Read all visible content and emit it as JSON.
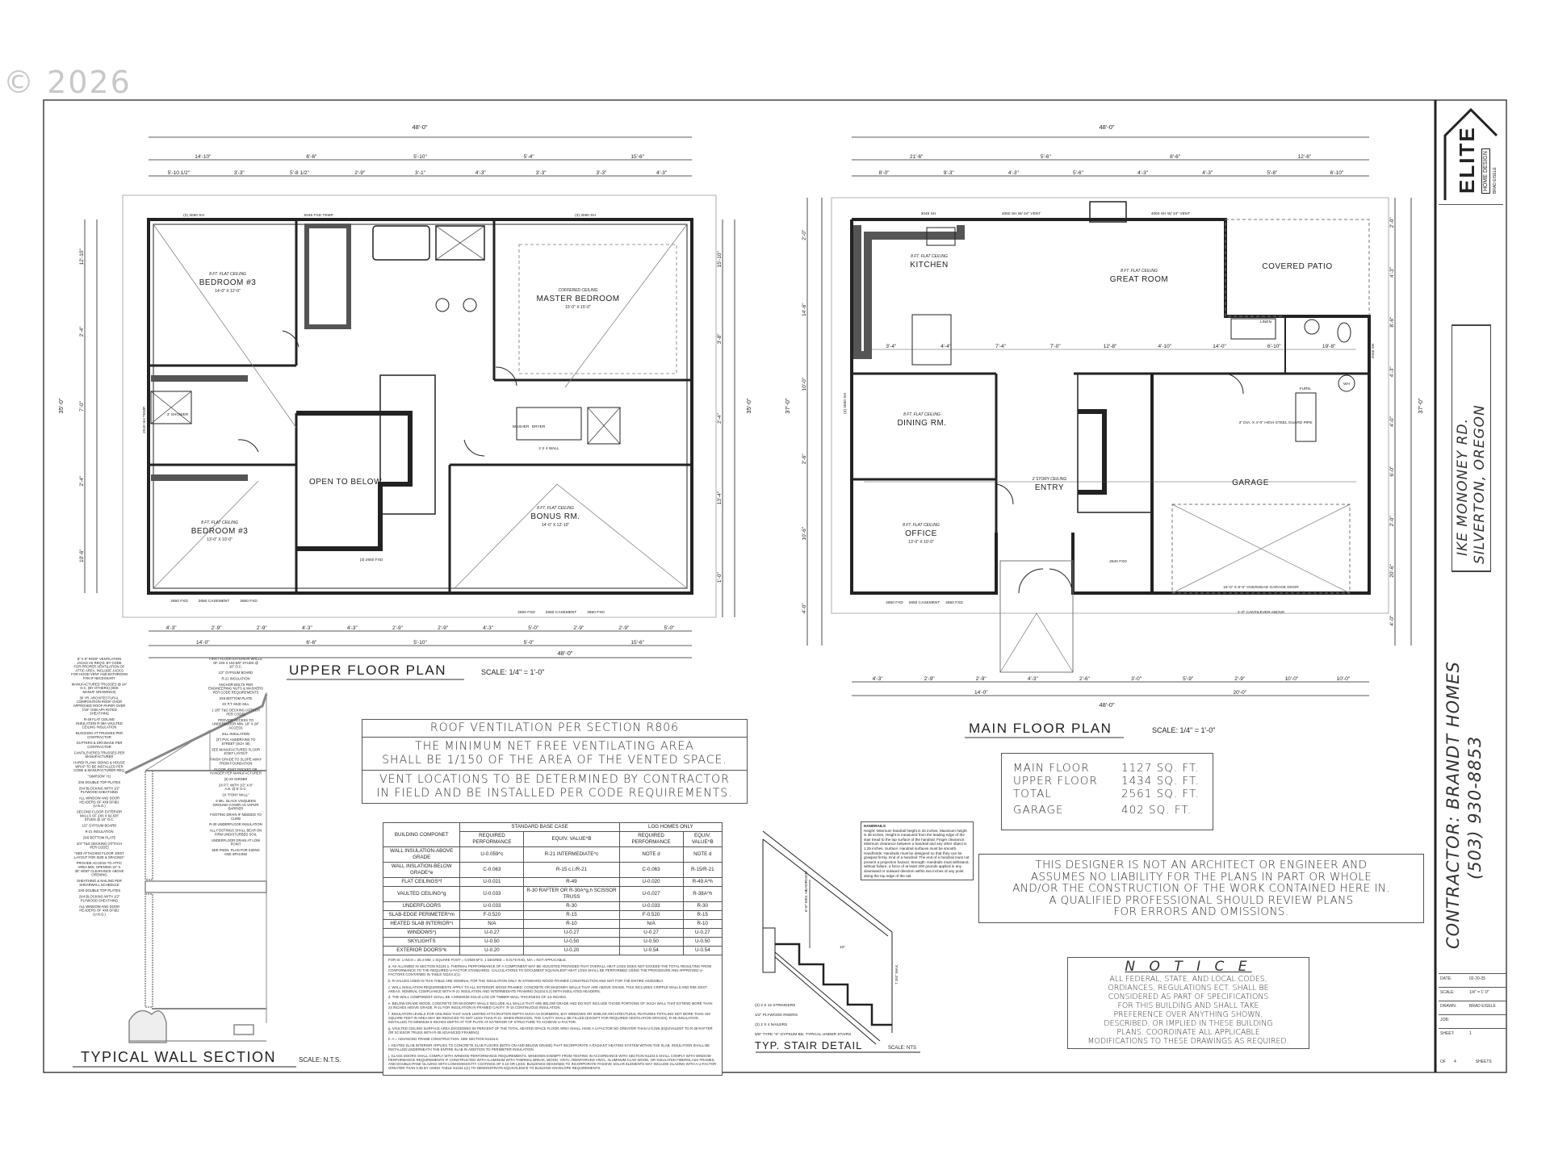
{
  "watermark": {
    "copyright": "© 2026"
  },
  "upper_plan": {
    "title": "UPPER FLOOR PLAN",
    "scale": "SCALE: 1/4\" = 1'-0\"",
    "overall_width": "48'-0\"",
    "overall_depth": "35'-0\"",
    "rooms": [
      {
        "name": "BEDROOM #3",
        "ceiling": "8 FT. FLAT CEILING",
        "size": "14'-0\" X 12'-0\""
      },
      {
        "name": "MASTER BEDROOM",
        "ceiling": "COFFERED CEILING",
        "size": "15'-0\" X 15'-0\""
      },
      {
        "name": "OPEN TO BELOW",
        "ceiling": "",
        "size": ""
      },
      {
        "name": "BONUS RM.",
        "ceiling": "8 FT. FLAT CEILING",
        "size": "14'-0\" X 12'-10\""
      },
      {
        "name": "BEDROOM #3",
        "ceiling": "8 FT. FLAT CEILING",
        "size": "13'-0\" X 10'-0\""
      }
    ],
    "fixture_labels": [
      "(2) 3050 SH",
      "5046 FXD TEMP.",
      "(3) 3050 SH",
      "3' SHOWER",
      "WASHER",
      "DRYER",
      "2 X 4 WALL",
      "(3) 2650 FXD",
      "2650 FXD",
      "2650 CASEMENT",
      "2650 FXD",
      "2650 FXD",
      "2650 CASEMENT",
      "2650 FXD",
      "2040 SH TEMP."
    ],
    "top_dims_row1": [
      "14'-10\"",
      "6'-6\"",
      "5'-10\"",
      "5'-4\"",
      "15'-6\""
    ],
    "top_dims_row2": [
      "5'-10 1/2\"",
      "3'-3\"",
      "5'-8 1/2\"",
      "2'-9\"",
      "3'-1\"",
      "4'-3\"",
      "3'-3\"",
      "3'-3\"",
      "4'-3\""
    ],
    "bottom_dims_row1": [
      "4'-3\"",
      "2'-9\"",
      "2'-9\"",
      "4'-3\"",
      "4'-3\"",
      "2'-9\"",
      "2'-9\"",
      "4'-3\"",
      "5'-0\"",
      "2'-9\"",
      "2'-9\"",
      "5'-0\""
    ],
    "bottom_dims_row2": [
      "14'-0\"",
      "6'-6\"",
      "5'-10\"",
      "5'-0\"",
      "15'-6\""
    ],
    "side_dims_left": [
      "12'-10\"",
      "2'-4\"",
      "7'-0\"",
      "2'-4\"",
      "10'-6\""
    ],
    "side_dims_right": [
      "15'-10\"",
      "3'-8\"",
      "2'-4\"",
      "13'-4\"",
      "1'-0\""
    ]
  },
  "main_plan": {
    "title": "MAIN FLOOR PLAN",
    "scale": "SCALE: 1/4\" = 1'-0\"",
    "overall_width": "48'-0\"",
    "overall_depth": "37'-0\"",
    "rooms": [
      {
        "name": "KITCHEN",
        "ceiling": "8 FT. FLAT CEILING",
        "size": ""
      },
      {
        "name": "GREAT ROOM",
        "ceiling": "8 FT. FLAT CEILING",
        "size": ""
      },
      {
        "name": "COVERED PATIO",
        "ceiling": "",
        "size": ""
      },
      {
        "name": "DINING RM.",
        "ceiling": "8 FT. FLAT CEILING",
        "size": ""
      },
      {
        "name": "ENTRY",
        "ceiling": "2 STORY CEILING",
        "size": ""
      },
      {
        "name": "OFFICE",
        "ceiling": "8 FT. FLAT CEILING",
        "size": "13'-0\" X 10'-0\""
      },
      {
        "name": "GARAGE",
        "ceiling": "",
        "size": ""
      }
    ],
    "fixture_labels": [
      "3046 SH",
      "4060 SH W/ 24\" VENT",
      "4060 SH W/ 24\" VENT",
      "LINEN",
      "FURN.",
      "WH",
      "3\" DIA. X 4'-0\" HIGH STEEL GUARD PIPE",
      "16'-0\" X 8'-0\" OVERHEAD GARAGE DOOR",
      "1'-0\" CANTILEVER ABOVE",
      "2650 FXD",
      "2650 CASEMENT",
      "2650 FXD",
      "2640 FXD",
      "2046 SH",
      "(3) 2650 SH"
    ],
    "top_dims_row1": [
      "21'-6\"",
      "5'-6\"",
      "8'-6\"",
      "12'-6\""
    ],
    "top_dims_row2": [
      "8'-0\"",
      "9'-3\"",
      "4'-3\"",
      "5'-6\"",
      "4'-3\"",
      "4'-3\"",
      "5'-8\"",
      "6'-10\""
    ],
    "bottom_dims_row1": [
      "4'-3\"",
      "2'-9\"",
      "2'-9\"",
      "4'-3\"",
      "2'-6\"",
      "3'-0\"",
      "5'-9\"",
      "2'-9\"",
      "10'-0\"",
      "10'-0\""
    ],
    "bottom_dims_row2": [
      "14'-0\"",
      "20'-0\""
    ],
    "side_dims_left": [
      "2'-0\"",
      "14'-6\"",
      "10'-0\"",
      "2'-6\"",
      "10'-6\"",
      "4'-0\""
    ],
    "side_dims_right": [
      "2'-0\"",
      "4'-3\"",
      "8'-6\"",
      "4'-3\"",
      "4'-0\"",
      "6'-0\"",
      "2'-0\"",
      "20'-6\"",
      "4'-0\""
    ],
    "interior_dims": [
      "3'-4\"",
      "4'-4\"",
      "7'-4\"",
      "7'-0\"",
      "12'-8\"",
      "4'-10\"",
      "14'-0\"",
      "6'-10\"",
      "19'-8\""
    ]
  },
  "roof_ventilation": {
    "heading": "ROOF VENTILATION PER SECTION R806",
    "body": [
      "THE MINIMUM NET FREE VENTILATING AREA",
      "SHALL BE 1/150 OF THE AREA OF THE VENTED SPACE."
    ],
    "note": [
      "VENT LOCATIONS TO BE DETERMINED BY CONTRACTOR",
      "IN FIELD AND BE INSTALLED PER CODE REQUIREMENTS."
    ]
  },
  "area_summary": {
    "rows": [
      {
        "label": "MAIN FLOOR",
        "value": "1127 SQ. FT."
      },
      {
        "label": "UPPER FLOOR",
        "value": "1434 SQ. FT."
      },
      {
        "label": "TOTAL",
        "value": "2561 SQ. FT."
      },
      {
        "label": "GARAGE",
        "value": "402 SQ. FT."
      }
    ]
  },
  "disclaimer": [
    "THIS DESIGNER IS NOT AN ARCHITECT OR ENGINEER AND",
    "ASSUMES NO LIABILITY FOR THE PLANS IN PART OR WHOLE",
    "AND/OR THE CONSTRUCTION OF THE WORK CONTAINED HERE IN.",
    "A QUALIFIED PROFESSIONAL SHOULD REVIEW PLANS",
    "FOR ERRORS AND OMISSIONS."
  ],
  "notice": {
    "heading": "N O T I C E",
    "lines": [
      "ALL FEDERAL, STATE, AND LOCAL CODES,",
      "ORDIANCES, REGULATIONS ECT. SHALL BE",
      "CONSIDERED AS PART OF SPECIFICATIONS",
      "FOR THIS BUILDING AND SHALL TAKE",
      "PREFERENCE OVER ANYTHING SHOWN,",
      "DESCRIBED, OR IMPLIED IN THESE BUILDING",
      "PLANS. COORDINATE ALL APPLICABLE",
      "MODIFICATIONS TO THESE DRAWINGS AS REQUIRED."
    ]
  },
  "energy_table": {
    "group_headers": [
      "STANDARD BASE CASE",
      "LOG HOMES ONLY"
    ],
    "columns": [
      "BUILDING COMPONET",
      "REQUIRED PERFORMANCE",
      "EQUIV. VALUE^B",
      "REQUIRED PERFORMANCE",
      "EQUIV. VALUE^B"
    ],
    "rows": [
      [
        "WALL INSULATION-ABOVE GRADE",
        "U-0.059^c",
        "R-21 INTERMEDIATE^c",
        "NOTE d",
        "NOTE d"
      ],
      [
        "WALL INSLATION-BELOW GRADE^e",
        "C-0.063",
        "R-15 c.i./R-21",
        "C-0.063",
        "R-15/R-21"
      ],
      [
        "FLAT CEILINGS^f",
        "U-0.021",
        "R-49",
        "U-0.020",
        "R-49 A^h"
      ],
      [
        "VAULTED CEILING^g",
        "U-0.033",
        "R-30 RAFTER OR R-30A^g,h SCISSOR TRUSS",
        "U-0.027",
        "R-38A^h"
      ],
      [
        "UNDERFLOORS",
        "U-0.033",
        "R-30",
        "U-0.033",
        "R-30"
      ],
      [
        "SLAB-EDGE PERIMETER^m",
        "F-0.520",
        "R-15",
        "F-0.520",
        "R-15"
      ],
      [
        "HEATED SLAB INTERIOR^i",
        "N/A",
        "R-10",
        "N/A",
        "R-10"
      ],
      [
        "WINDOWS^j",
        "U-0.27",
        "U-0.27",
        "U-0.27",
        "U-0.27"
      ],
      [
        "SKYLIGHTS",
        "U-0.50",
        "U-0.50",
        "U-0.50",
        "U-0.50"
      ],
      [
        "EXTERIOR DOORS^k",
        "U-0.20",
        "U-0.20",
        "U-0.54",
        "U-0.54"
      ]
    ],
    "si_note": "FOR SI: 1 INCH = 25.4 MM, 1 SQUARE FOOT = 0.0929 M^2, 1 DEGREE = 0.0175 RAD, N/A = NOT APPLICABLE.",
    "notes": [
      "a. AS ALLOWED IN SECTION N1104.1, THERMAL PERFORMANCE OF A COMPONENT MAY BE ADJUSTED PROVIDED THAT OVERALL HEAT LOSS DOES NOT EXCEED THE TOTAL RESULTING FROM CONFORMANCE TO THE REQUIRED U-FACTOR STANDARDS. CALCULATIONS TO DOCUMENT EQUIVALENT HEAT LOSS SHALL BE PERFORMED USING THE PROCEDURE AND APPROVED U-FACTORS CONTAINED IN TABLE N1104.1(1).",
      "b. R-VALUES USED IN THIS TABLE ARE NOMINAL FOR THE INSULATION ONLY IN STANDARD WOOD FRAMED CONSTRUCTION AND NOT FOR THE ENTIRE ASSEMBLY.",
      "c. WALL INSULATION REQUIREMENTS APPLY TO ALL EXTERIOR WOOD FRAMED, CONCRETE OR MASONRY WALLS THAT ARE ABOVE GRADE. THIS INCLUDES CRIPPLE WALLS AND RIM JOIST AREAS. NOMINAL COMPLIANCE WITH R-21 INSULATION AND INTERMEDIATE FRAMING (N1104.5.2) WITH INSULATED HEADERS.",
      "d. THE WALL COMPONENT SHALL BE A MINIMUM SOLID LOG OR TIMBER WALL THICKNESS OF 3.5 INCHES.",
      "e. BELOW-GRADE WOOD, CONCRETE OR MASONRY WALLS INCLUDE ALL WALLS THAT ARE BELOW GRADE AND DO NOT INCLUDE THOSE PORTIONS OF SUCH WALL THAT EXTEND MORE THAN 24 INCHES ABOVE GRADE. R-21 FOR INSULATION IN FRAMED CAVITY; R-15 CONTINUOUS INSULATION.",
      "f. INSULATION LEVELS FOR CEILINGS THAT HAVE LIMITED ATTIC/RAFTER DEPTH SUCH AS DORMERS, BAY WINDOWS OR SIMILAR ARCHITECTURAL FEATURES TOTALING NOT MORE THAN 150 SQUARE FEET IN AREA MAY BE REDUCED TO NOT LESS THAN R-21. WHEN REDUCED, THE CAVITY SHALL BE FILLED (EXCEPT FOR REQUIRED VENTILATION SPACES). R-49 INSULATION INSTALLED TO MINIMUM 6-INCHES DEPTH AT TOP PLATE AT EXTERIOR OF STRUCTURE TO ACHIEVE U-FACTOR.",
      "g. VAULTED CEILING SURFACE AREA EXCEEDING 50 PERCENT OF THE TOTAL HEATED SPACE FLOOR AREA SHALL HAVE A U-FACTOR NO GREATER THAN U-0.026 (EQUIVALENT TO R-38 RAFTER OR SCISSOR TRUSS WITH R-38 ADVANCED FRAMING).",
      "h. A = ADVANCED FRAME CONSTRUCTION. SEE SECTION N1104.6.",
      "i. HEATED SLAB INTERIOR APPLIES TO CONCRETE SLAB FLOORS (BOTH ON AND BELOW GRADE) THAT INCORPORATE A RADIANT HEATING SYSTEM WITHIN THE SLAB. INSULATION SHALL BE INSTALLED UNDERNEATH THE ENTIRE SLAB IN ADDITION TO PERIMETER INSULATION.",
      "j. GLASS DOORS SHALL COMPLY WITH WINDOW PERFORMANCE REQUIREMENTS. WINDOWS EXEMPT FROM TESTING IN ACCORDANCE WITH SECTION N1104.5 SHALL COMPLY WITH WINDOW PERFORMANCE REQUIREMENTS IF CONSTRUCTED WITH ALUMINUM WITH THERMAL BREAK, WOOD, VINYL, REINFORCED VINYL, ALUMINUM-CLAD WOOD, OR INSULATED FIBERGLASS FRAMES, AND DOUBLE-PANE GLAZING WITH LOW-EMISSIVITY COATINGS OF 0.10 OR LESS. BUILDINGS DESIGNED TO INCORPORATE PASSIVE SOLAR ELEMENTS MAY INCLUDE GLAZING WITH A U-FACTOR GREATER THAN 0.35 BY USING TABLE N1104.1(1) TO DEMONSTRATE EQUIVALENCE TO BUILDING ENVELOPE REQUIREMENTS."
    ]
  },
  "wall_section": {
    "title": "TYPICAL WALL SECTION",
    "scale": "SCALE: N.T.S.",
    "labels": [
      "8\" X 8\" ROOF VENTILATION JACKS AS REQ'D. BY CODE FOR PROPER VENTILATION OF ATTIC AREA. INCLUDE JACKS FOR HOOD VENT AND BATHROOM FAN IF NECESSARY",
      "MANUFACTURED TRUSSES @ 24\" O.C. (BY OTHERS) (SEE MANUF. DRAWINGS)",
      "30 YR. ARCHITECTURAL COMPOSITION ROOF OVER APPROVED ROOF PAPER OVER 7/16\" OSB APA RATED SHEATHING",
      "R-49 FLAT CEILING INSULATION R-38A VAULTED CEILING INSULATION",
      "BLOCKING AT TRUSSES PER CONTRACTOR",
      "GUTTERS & DRAINAGE PER CONTRACTOR",
      "CANTILEVERED TRUSSES PER MANUFACTURER",
      "HARDI PLANK SIDING & HOUSE WRAP TO BE INSTALLED PER CODE & MANUFACTURER REQ.",
      "\"SIMPSON\" H1",
      "2X6 DOUBLE TOP PLATES",
      "2X4 BLOCKING WITH 1/2\" PLYWOOD SHEATHING",
      "ALL WINDOW AND DOOR HEADERS OF 4X8 DF@2 (U.N.O.)",
      "SECOND FLOOR EXTERIOR WALLS OF 2X6 X 92-5/8\" STUDS @ 16\" O.C.",
      "1/2\" GYPSUM BOARD",
      "R-21 INSULATION",
      "2X6 BOTTOM PLATE",
      "3/4\" T&G DECKING (ATTACH PER CODE)",
      "*SEE ATTACHED FLOOR JOIST LAYOUT FOR SIZE & SPACING*",
      "PROVIDE ACCESS TO ATTIC AREA MIN. OPENING 22\" X 30\" W/30\" CLEARANCE ABOVE OPENING",
      "SHEATHING & NAILING PER SHEARWALL SCHEDULE",
      "2X6 DOUBLE TOP PLATES",
      "2X4 BLOCKING WITH 1/2\" PLYWOOD SHEATHING",
      "ALL WINDOW AND DOOR HEADERS OF 4X8 DF@2 (U.N.O.)",
      "FIRST FLOOR EXTERIOR WALLS OF 2X6 X 104-5/8\" STUDS @ 16\" O.C.",
      "1/2\" GYPSUM BOARD",
      "R-21 INSULATION",
      "ANCHOR BOLTS PER ENGINEERING NUTS & WASHERS PER CODE REQUIREMENTS",
      "2X6 BOTTOM PLATE",
      "2X P.T. MUD SILL",
      "1 1/8\" T&G DECKING (ATTACH PER CODE)",
      "PROVIDE ACCESS TO UNDERFLOOR MIN. 18\" X 24\" ACCESS",
      "SILL INSULATION",
      "(3\") PVC ANNDRAINS TO STREET (SCH 40)",
      "SEE MANUFACTURED FLOOR JOIST LAYOUT",
      "FINISH GRADE TO SLOPE AWAY FROM FOUNDATION",
      "FLOOR JOIST POCKET OR HANGER PER MANUFACTURER",
      "(2) 2X GIRDER",
      "2X P.T. WITH 1/2\" X 8\" A.B. @ 6' O.C.",
      "2X \"PONY WALL\"",
      "6 MIL. BLACK VISQUEEN GROUND COVER AS VAPOR BARRIER",
      "FOOTING DRAIN IF NEEDED TO CURB",
      "R-30 UNDERFLOOR INSULATION",
      "ALL FOOTINGS SHALL BEAR ON FIRM UNDISTURBED SOIL",
      "UNDERFLOOR DRAIN AT LOW POINT",
      "SEE FNDN. PLAN FOR SIZING AND SPACING"
    ]
  },
  "stair_detail": {
    "title": "TYP. STAIR DETAIL",
    "scale": "SCALE: NTS",
    "labels": [
      "(2) 2 X 12 STRINGERS",
      "1/2\" PLYWOOD RISERS",
      "(2) 2 X 4 NAILERS",
      "5/8\" TYPE \"X\" GYPSUM BD. TYPICAL UNDER STAIRS",
      "6'-8\" MIN. HEADROOM",
      "10\"",
      "7 3/4\" MAX."
    ],
    "handrails_heading": "HANDRAILS",
    "handrails_text": "Height: Minimum handrail height is 34 inches. Maximum height is 38 inches. Height is measured from the leading edge of the stair tread to the top surface of the handrail. Finger clearance: Minimum clearance between a handrail and any other object is 1.25 inches. Surface: Handrail surfaces must be smooth. Handholds: Handrails must be designed so that they can be grasped firmly. End of a handrail: The end of a handrail must not present a projection hazard. Strength: Handrails must withstand, without failure, a force of at least 200 pounds applied in any downward or outward direction within two inches of any point along the top edge of the rail."
  },
  "title_block": {
    "logo_text": "ELITE",
    "logo_sub": "HOME DESIGN",
    "logo_designer": "BRAD EISELE",
    "project_address": [
      "IKE MONONEY RD.",
      "SILVERTON, OREGON"
    ],
    "contractor": [
      "CONTRACTOR: BRANDT HOMES",
      "(503) 930-8853"
    ],
    "info": [
      {
        "label": "DATE:",
        "value": "02-20-25"
      },
      {
        "label": "SCALE:",
        "value": "1/4\" = 1'-0\""
      },
      {
        "label": "DRAWN:",
        "value": "BRAD EISELE"
      },
      {
        "label": "JOB:",
        "value": ""
      },
      {
        "label": "SHEET:",
        "value": "1"
      }
    ],
    "sheet_of": {
      "of_label": "OF",
      "total": "4",
      "sheets_label": "SHEETS"
    }
  }
}
